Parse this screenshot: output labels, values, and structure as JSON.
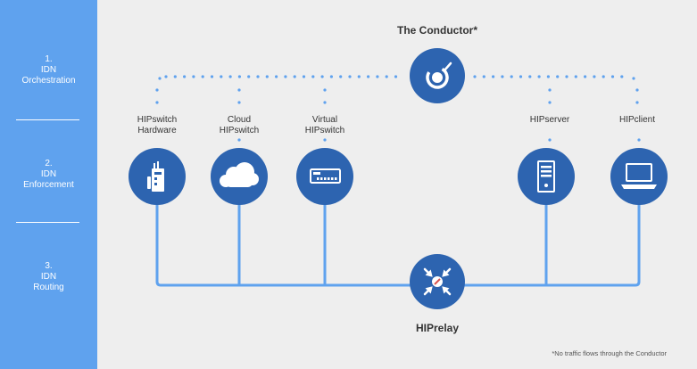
{
  "sidebar": {
    "layers": [
      {
        "number": "1.",
        "line1": "IDN",
        "line2": "Orchestration"
      },
      {
        "number": "2.",
        "line1": "IDN",
        "line2": "Enforcement"
      },
      {
        "number": "3.",
        "line1": "IDN",
        "line2": "Routing"
      }
    ]
  },
  "conductor": {
    "title": "The Conductor*",
    "icon": "conductor-icon"
  },
  "nodes": [
    {
      "line1": "HIPswitch",
      "line2": "Hardware",
      "icon": "hardware-switch-icon"
    },
    {
      "line1": "Cloud",
      "line2": "HIPswitch",
      "icon": "cloud-icon"
    },
    {
      "line1": "Virtual",
      "line2": "HIPswitch",
      "icon": "virtual-switch-icon"
    },
    {
      "line1": "HIPserver",
      "line2": "",
      "icon": "server-icon"
    },
    {
      "line1": "HIPclient",
      "line2": "",
      "icon": "laptop-icon"
    }
  ],
  "relay": {
    "title": "HIPrelay",
    "icon": "relay-icon"
  },
  "footnote": "*No traffic flows through the Conductor",
  "colors": {
    "sidebar": "#5fa2ee",
    "node": "#2d64b0",
    "line": "#5fa2ee",
    "background": "#eeeeee"
  }
}
